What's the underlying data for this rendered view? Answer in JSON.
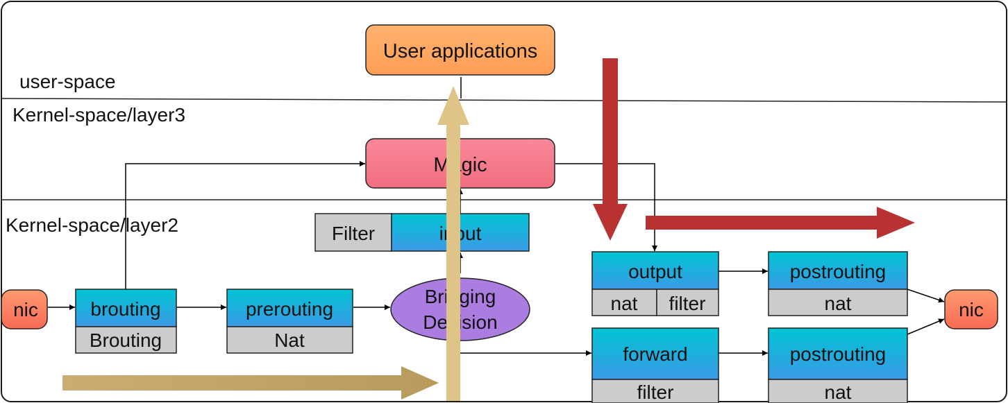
{
  "zones": {
    "user_space": "user-space",
    "kernel_layer3": "Kernel-space/layer3",
    "kernel_layer2": "Kernel-space/layer2"
  },
  "nodes": {
    "user_apps": "User applications",
    "magic": "Magic",
    "nic_in": "nic",
    "nic_out": "nic",
    "bridging_line1": "Bridging",
    "bridging_line2": "Decision",
    "brouting": {
      "hook": "brouting",
      "table": "Brouting"
    },
    "prerouting": {
      "hook": "prerouting",
      "table": "Nat"
    },
    "input": {
      "hook": "input",
      "table": "Filter"
    },
    "output": {
      "hook": "output",
      "table_a": "nat",
      "table_b": "filter"
    },
    "postrouting_top": {
      "hook": "postrouting",
      "table": "nat"
    },
    "forward": {
      "hook": "forward",
      "table": "filter"
    },
    "postrouting_bottom": {
      "hook": "postrouting",
      "table": "nat"
    }
  },
  "colors": {
    "hook_top": "#00c4d3",
    "hook_bottom": "#3b9ae6",
    "table_gray": "#cccccc",
    "user_apps_fill": "#ffa75e",
    "magic_fill": "#f47a8a",
    "bridging_fill": "#ab7de0",
    "nic_fill": "#ff7a5c",
    "arrow_tan": "#c4a66b",
    "arrow_light_tan": "#dfc487",
    "arrow_red": "#b93232"
  }
}
